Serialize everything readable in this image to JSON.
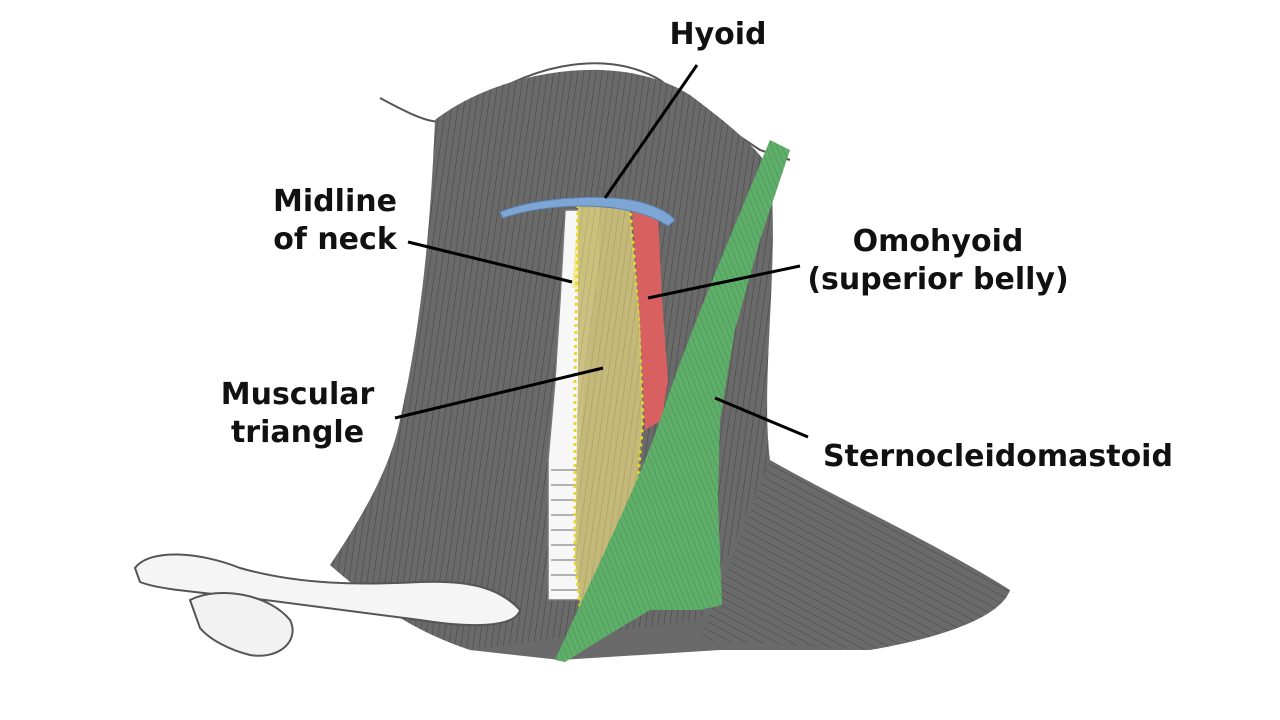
{
  "labels": {
    "hyoid": "Hyoid",
    "midline": [
      "Midline",
      "of neck"
    ],
    "omohyoid": [
      "Omohyoid",
      "(superior belly)"
    ],
    "muscular_triangle": [
      "Muscular",
      "triangle"
    ],
    "sternocleidomastoid": "Sternocleidomastoid"
  },
  "colors": {
    "hyoid": "#7ea6d4",
    "midline_region": "#f2eba0",
    "muscular_triangle": "#c9be7a",
    "boundary_dots": "#e8d62a",
    "omohyoid": "#d86060",
    "sternocleidomastoid": "#4fa05c",
    "muscle_base": "#5f5f5f",
    "leader_line": "#000000"
  }
}
